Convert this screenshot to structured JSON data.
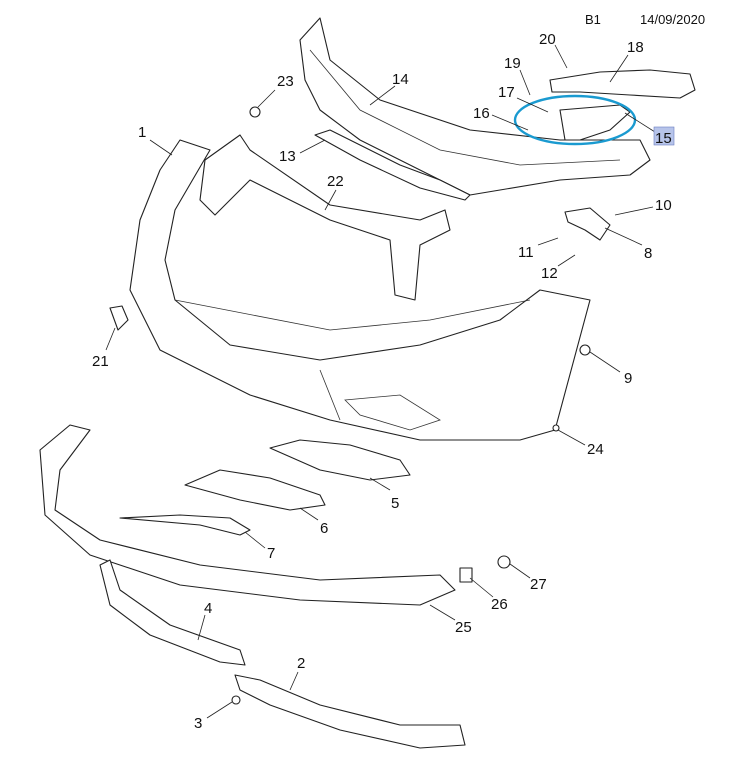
{
  "header": {
    "page": "B1",
    "date": "14/09/2020"
  },
  "highlight": {
    "part": "15",
    "color": "#1a9ad0",
    "label_bg": "#b7c4ea"
  },
  "callouts": [
    "1",
    "2",
    "3",
    "4",
    "5",
    "6",
    "7",
    "8",
    "9",
    "10",
    "11",
    "12",
    "13",
    "14",
    "15",
    "16",
    "17",
    "18",
    "19",
    "20",
    "21",
    "22",
    "23",
    "24",
    "25",
    "26",
    "27"
  ]
}
